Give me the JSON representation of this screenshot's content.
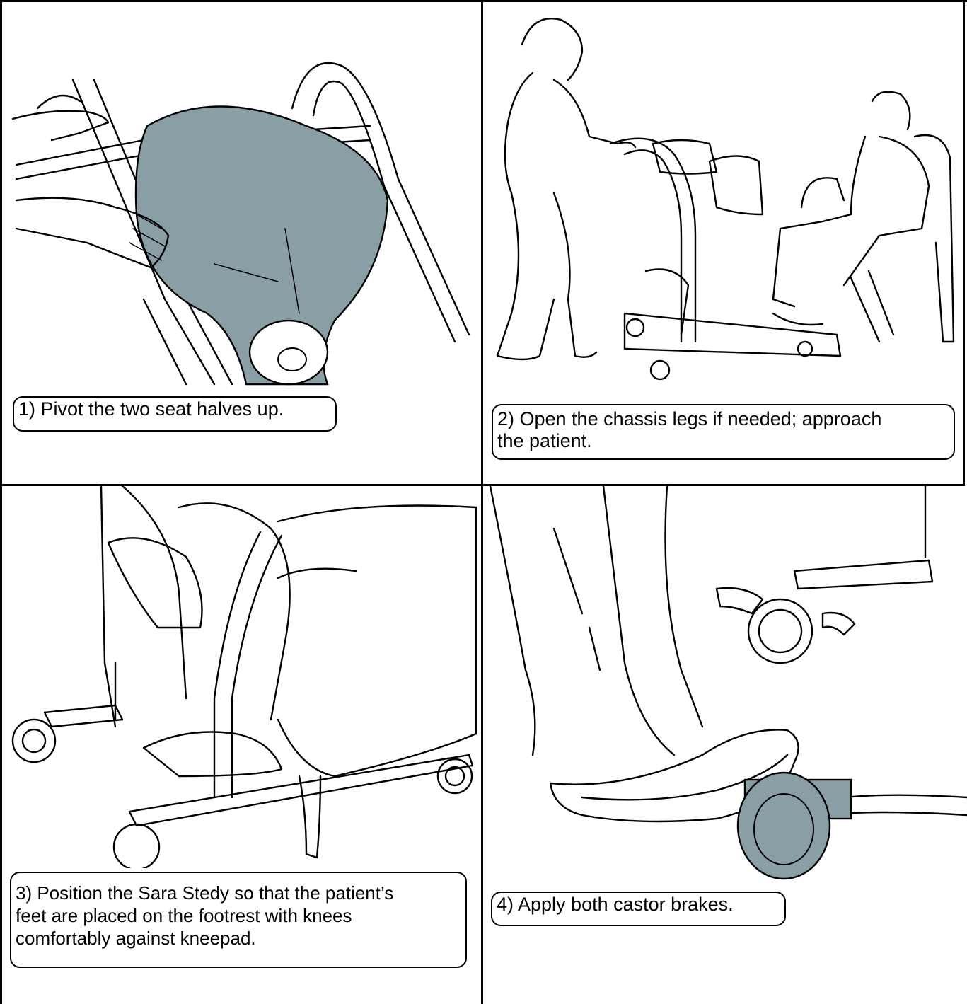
{
  "colors": {
    "accent_fill": "#8a9fa5",
    "line": "#000000",
    "background": "#ffffff"
  },
  "panels": [
    {
      "caption": "1) Pivot the two seat halves up."
    },
    {
      "caption": "2) Open the chassis legs if needed; approach\nthe patient."
    },
    {
      "caption": "3) Position the Sara Stedy so that the patient’s\n   feet are placed on the footrest with knees\n   comfortably against kneepad."
    },
    {
      "caption": "4) Apply both castor brakes."
    }
  ]
}
